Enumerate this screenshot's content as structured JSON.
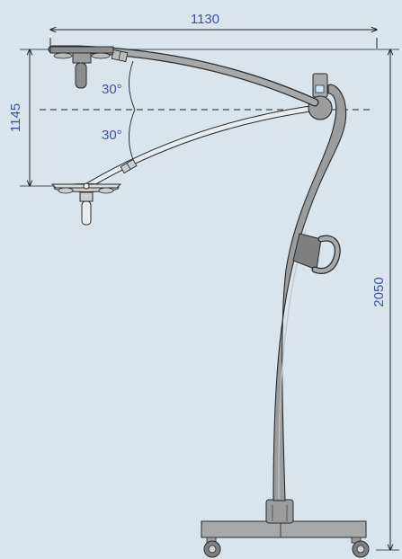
{
  "dimensions": {
    "arm_reach": "1130",
    "vertical_travel": "1145",
    "total_height": "2050",
    "angle_up": "30°",
    "angle_down": "30°"
  },
  "colors": {
    "background": "#d9e4ec",
    "dimension_text": "#3a55a4",
    "body_fill": "#9a9c9e",
    "outline": "#2a2a2a"
  }
}
